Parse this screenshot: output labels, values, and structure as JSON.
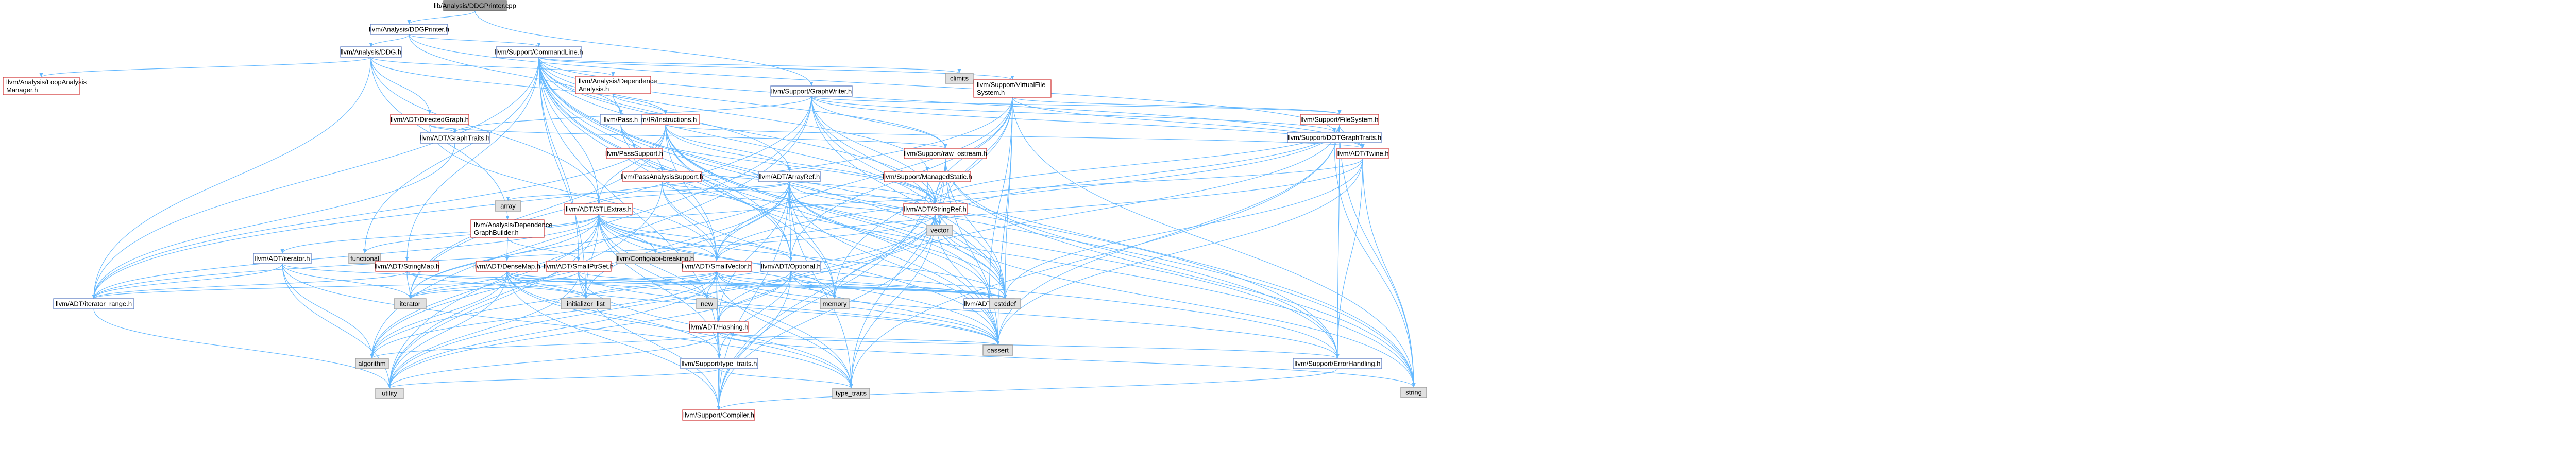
{
  "diagram": {
    "nodes": [
      {
        "id": "root",
        "label": "lib/Analysis/DDGPrinter.cpp",
        "style": "root"
      },
      {
        "id": "ddgprinter",
        "label": "llvm/Analysis/DDGPrinter.h",
        "style": "blue"
      },
      {
        "id": "ddg",
        "label": "llvm/Analysis/DDG.h",
        "style": "blue"
      },
      {
        "id": "cmdline",
        "label": "llvm/Support/CommandLine.h",
        "style": "blue"
      },
      {
        "id": "graphwriter",
        "label": "llvm/Support/GraphWriter.h",
        "style": "blue"
      },
      {
        "id": "loopmgr",
        "label": "llvm/Analysis/LoopAnalysis\nManager.h",
        "style": "red"
      },
      {
        "id": "depanal",
        "label": "llvm/Analysis/Dependence\nAnalysis.h",
        "style": "red"
      },
      {
        "id": "directedgraph",
        "label": "llvm/ADT/DirectedGraph.h",
        "style": "red"
      },
      {
        "id": "instructions",
        "label": "llvm/IR/Instructions.h",
        "style": "red"
      },
      {
        "id": "vfs",
        "label": "llvm/Support/VirtualFile\nSystem.h",
        "style": "red"
      },
      {
        "id": "climits",
        "label": "climits",
        "style": "gray"
      },
      {
        "id": "filesystem",
        "label": "llvm/Support/FileSystem.h",
        "style": "red"
      },
      {
        "id": "dotgraphtraits",
        "label": "llvm/Support/DOTGraphTraits.h",
        "style": "blue"
      },
      {
        "id": "pass",
        "label": "llvm/Pass.h",
        "style": "blue"
      },
      {
        "id": "graphtraits",
        "label": "llvm/ADT/GraphTraits.h",
        "style": "blue"
      },
      {
        "id": "passsupport",
        "label": "llvm/PassSupport.h",
        "style": "red"
      },
      {
        "id": "passanalysis",
        "label": "llvm/PassAnalysisSupport.h",
        "style": "red"
      },
      {
        "id": "arrayref",
        "label": "llvm/ADT/ArrayRef.h",
        "style": "blue"
      },
      {
        "id": "rawostream",
        "label": "llvm/Support/raw_ostream.h",
        "style": "red"
      },
      {
        "id": "twine",
        "label": "llvm/ADT/Twine.h",
        "style": "red"
      },
      {
        "id": "managedstatic",
        "label": "llvm/Support/ManagedStatic.h",
        "style": "red"
      },
      {
        "id": "stringref",
        "label": "llvm/ADT/StringRef.h",
        "style": "red"
      },
      {
        "id": "array",
        "label": "array",
        "style": "gray"
      },
      {
        "id": "depgraph",
        "label": "llvm/Analysis/Dependence\nGraphBuilder.h",
        "style": "red"
      },
      {
        "id": "stlextras",
        "label": "llvm/ADT/STLExtras.h",
        "style": "red"
      },
      {
        "id": "vector",
        "label": "vector",
        "style": "gray"
      },
      {
        "id": "iteratorh",
        "label": "llvm/ADT/iterator.h",
        "style": "blue"
      },
      {
        "id": "functional",
        "label": "functional",
        "style": "gray"
      },
      {
        "id": "stringmap",
        "label": "llvm/ADT/StringMap.h",
        "style": "red"
      },
      {
        "id": "densemap",
        "label": "llvm/ADT/DenseMap.h",
        "style": "red"
      },
      {
        "id": "smallptrset",
        "label": "llvm/ADT/SmallPtrSet.h",
        "style": "red"
      },
      {
        "id": "configabi",
        "label": "llvm/Config/abi-breaking.h",
        "style": "gray"
      },
      {
        "id": "smallvector",
        "label": "llvm/ADT/SmallVector.h",
        "style": "red"
      },
      {
        "id": "optional",
        "label": "llvm/ADT/Optional.h",
        "style": "blue"
      },
      {
        "id": "iterrange",
        "label": "llvm/ADT/iterator_range.h",
        "style": "blue"
      },
      {
        "id": "iterator",
        "label": "iterator",
        "style": "gray"
      },
      {
        "id": "initlist",
        "label": "initializer_list",
        "style": "gray"
      },
      {
        "id": "new",
        "label": "new",
        "style": "gray"
      },
      {
        "id": "hashing",
        "label": "llvm/ADT/Hashing.h",
        "style": "red"
      },
      {
        "id": "memory",
        "label": "memory",
        "style": "gray"
      },
      {
        "id": "nonenh",
        "label": "llvm/ADT/None.h",
        "style": "blue"
      },
      {
        "id": "cstddef",
        "label": "cstddef",
        "style": "gray"
      },
      {
        "id": "cassert",
        "label": "cassert",
        "style": "gray"
      },
      {
        "id": "algorithm",
        "label": "algorithm",
        "style": "gray"
      },
      {
        "id": "typetraits",
        "label": "llvm/Support/type_traits.h",
        "style": "blue"
      },
      {
        "id": "errorhandling",
        "label": "llvm/Support/ErrorHandling.h",
        "style": "blue"
      },
      {
        "id": "utility",
        "label": "utility",
        "style": "gray"
      },
      {
        "id": "compiler",
        "label": "llvm/Support/Compiler.h",
        "style": "red"
      },
      {
        "id": "type_traits",
        "label": "type_traits",
        "style": "gray"
      },
      {
        "id": "string",
        "label": "string",
        "style": "gray"
      }
    ],
    "edges": [
      [
        "root",
        "ddgprinter"
      ],
      [
        "root",
        "graphwriter"
      ],
      [
        "ddgprinter",
        "ddg"
      ],
      [
        "ddgprinter",
        "pass"
      ],
      [
        "ddgprinter",
        "cmdline"
      ],
      [
        "ddgprinter",
        "dotgraphtraits"
      ],
      [
        "ddg",
        "loopmgr"
      ],
      [
        "ddg",
        "depanal"
      ],
      [
        "ddg",
        "directedgraph"
      ],
      [
        "ddg",
        "instructions"
      ],
      [
        "ddg",
        "depgraph"
      ],
      [
        "ddg",
        "stlextras"
      ],
      [
        "ddg",
        "iterrange"
      ],
      [
        "depanal",
        "smallbitvector_placeholder"
      ],
      [
        "depanal",
        "instructions"
      ],
      [
        "depanal",
        "pass"
      ],
      [
        "directedgraph",
        "graphtraits"
      ],
      [
        "directedgraph",
        "smallvector"
      ],
      [
        "directedgraph",
        "rawostream"
      ],
      [
        "instructions",
        "arrayref"
      ],
      [
        "instructions",
        "stringref"
      ],
      [
        "instructions",
        "twine"
      ],
      [
        "instructions",
        "stlextras"
      ],
      [
        "instructions",
        "smallvector"
      ],
      [
        "instructions",
        "optional"
      ],
      [
        "instructions",
        "iterrange"
      ],
      [
        "instructions",
        "nonenh"
      ],
      [
        "instructions",
        "cstddef"
      ],
      [
        "instructions",
        "cassert"
      ],
      [
        "instructions",
        "iterator"
      ],
      [
        "instructions",
        "errorhandling"
      ],
      [
        "cmdline",
        "vfs"
      ],
      [
        "cmdline",
        "climits"
      ],
      [
        "cmdline",
        "managedstatic"
      ],
      [
        "cmdline",
        "stringref"
      ],
      [
        "cmdline",
        "twine"
      ],
      [
        "cmdline",
        "arrayref"
      ],
      [
        "cmdline",
        "stlextras"
      ],
      [
        "cmdline",
        "stringmap"
      ],
      [
        "cmdline",
        "smallptrset"
      ],
      [
        "cmdline",
        "smallvector"
      ],
      [
        "cmdline",
        "optional"
      ],
      [
        "cmdline",
        "iterrange"
      ],
      [
        "cmdline",
        "functional"
      ],
      [
        "cmdline",
        "initlist"
      ],
      [
        "cmdline",
        "memory"
      ],
      [
        "cmdline",
        "cstddef"
      ],
      [
        "cmdline",
        "cassert"
      ],
      [
        "cmdline",
        "errorhandling"
      ],
      [
        "cmdline",
        "rawostream"
      ],
      [
        "cmdline",
        "vector"
      ],
      [
        "cmdline",
        "string"
      ],
      [
        "cmdline",
        "typetraits"
      ],
      [
        "vfs",
        "filesystem"
      ],
      [
        "vfs",
        "twine"
      ],
      [
        "vfs",
        "stringref"
      ],
      [
        "vfs",
        "smallvector"
      ],
      [
        "vfs",
        "optional"
      ],
      [
        "vfs",
        "nonenh"
      ],
      [
        "vfs",
        "iterrange"
      ],
      [
        "vfs",
        "memory"
      ],
      [
        "vfs",
        "cassert"
      ],
      [
        "vfs",
        "cstddef"
      ],
      [
        "vfs",
        "vector"
      ],
      [
        "vfs",
        "string"
      ],
      [
        "graphwriter",
        "dotgraphtraits"
      ],
      [
        "graphwriter",
        "graphtraits"
      ],
      [
        "graphwriter",
        "filesystem"
      ],
      [
        "graphwriter",
        "rawostream"
      ],
      [
        "graphwriter",
        "stringref"
      ],
      [
        "graphwriter",
        "twine"
      ],
      [
        "graphwriter",
        "iterator"
      ],
      [
        "graphwriter",
        "cstddef"
      ],
      [
        "graphwriter",
        "algorithm"
      ],
      [
        "graphwriter",
        "string"
      ],
      [
        "graphwriter",
        "vector"
      ],
      [
        "graphwriter",
        "utility"
      ],
      [
        "filesystem",
        "twine"
      ],
      [
        "filesystem",
        "stringref"
      ],
      [
        "filesystem",
        "smallvector"
      ],
      [
        "filesystem",
        "errorhandling"
      ],
      [
        "filesystem",
        "cassert"
      ],
      [
        "filesystem",
        "memory"
      ],
      [
        "filesystem",
        "string"
      ],
      [
        "filesystem",
        "type_traits"
      ],
      [
        "filesystem",
        "vector"
      ],
      [
        "dotgraphtraits",
        "string"
      ],
      [
        "pass",
        "passsupport"
      ],
      [
        "pass",
        "passanalysis"
      ],
      [
        "pass",
        "stringref"
      ],
      [
        "pass",
        "string"
      ],
      [
        "passsupport",
        "stringref"
      ],
      [
        "passanalysis",
        "stringref"
      ],
      [
        "passanalysis",
        "smallvector"
      ],
      [
        "passanalysis",
        "cassert"
      ],
      [
        "passanalysis",
        "utility"
      ],
      [
        "passanalysis",
        "vector"
      ],
      [
        "graphtraits",
        "iterrange"
      ],
      [
        "arrayref",
        "hashing"
      ],
      [
        "arrayref",
        "none_placeholder"
      ],
      [
        "arrayref",
        "smallvector"
      ],
      [
        "arrayref",
        "stlextras"
      ],
      [
        "arrayref",
        "compiler"
      ],
      [
        "arrayref",
        "algorithm"
      ],
      [
        "arrayref",
        "array"
      ],
      [
        "arrayref",
        "cassert"
      ],
      [
        "arrayref",
        "cstddef"
      ],
      [
        "arrayref",
        "initlist"
      ],
      [
        "arrayref",
        "iterator"
      ],
      [
        "arrayref",
        "memory"
      ],
      [
        "arrayref",
        "type_traits"
      ],
      [
        "arrayref",
        "vector"
      ],
      [
        "arrayref",
        "optional"
      ],
      [
        "arrayref",
        "nonenh"
      ],
      [
        "rawostream",
        "stringref"
      ],
      [
        "rawostream",
        "compiler"
      ],
      [
        "rawostream",
        "cassert"
      ],
      [
        "rawostream",
        "cstddef"
      ],
      [
        "rawostream",
        "string"
      ],
      [
        "rawostream",
        "type_traits"
      ],
      [
        "rawostream",
        "errorhandling"
      ],
      [
        "twine",
        "smallvector"
      ],
      [
        "twine",
        "stringref"
      ],
      [
        "twine",
        "errorhandling"
      ],
      [
        "twine",
        "cassert"
      ],
      [
        "twine",
        "cstddef"
      ],
      [
        "twine",
        "string"
      ],
      [
        "managedstatic",
        "compiler"
      ],
      [
        "managedstatic",
        "cstddef"
      ],
      [
        "stringref",
        "stlextras"
      ],
      [
        "stringref",
        "iterrange"
      ],
      [
        "stringref",
        "compiler"
      ],
      [
        "stringref",
        "algorithm"
      ],
      [
        "stringref",
        "cassert"
      ],
      [
        "stringref",
        "cstddef"
      ],
      [
        "stringref",
        "string"
      ],
      [
        "stringref",
        "type_traits"
      ],
      [
        "stringref",
        "utility"
      ],
      [
        "stringref",
        "hashing"
      ],
      [
        "depgraph",
        "densemap"
      ],
      [
        "depgraph",
        "equiv_placeholder"
      ],
      [
        "depgraph",
        "smallptrset"
      ],
      [
        "stlextras",
        "iteratorh"
      ],
      [
        "stlextras",
        "iterrange"
      ],
      [
        "stlextras",
        "configabi"
      ],
      [
        "stlextras",
        "errorhandling"
      ],
      [
        "stlextras",
        "functional"
      ],
      [
        "stlextras",
        "algorithm"
      ],
      [
        "stlextras",
        "cassert"
      ],
      [
        "stlextras",
        "cstddef"
      ],
      [
        "stlextras",
        "initlist"
      ],
      [
        "stlextras",
        "iterator"
      ],
      [
        "stlextras",
        "memory"
      ],
      [
        "stlextras",
        "type_traits"
      ],
      [
        "stlextras",
        "utility"
      ],
      [
        "stlextras",
        "optional"
      ],
      [
        "stlextras",
        "hashing"
      ],
      [
        "stlextras",
        "typetraits"
      ],
      [
        "stlextras",
        "smallvector"
      ],
      [
        "iteratorh",
        "iterrange"
      ],
      [
        "iteratorh",
        "algorithm"
      ],
      [
        "iteratorh",
        "cstddef"
      ],
      [
        "iteratorh",
        "iterator"
      ],
      [
        "iteratorh",
        "type_traits"
      ],
      [
        "iteratorh",
        "utility"
      ],
      [
        "stringmap",
        "iterator"
      ],
      [
        "stringmap",
        "iterrange"
      ],
      [
        "stringmap",
        "initlist"
      ],
      [
        "stringmap",
        "cstddef"
      ],
      [
        "densemap",
        "iterator"
      ],
      [
        "densemap",
        "algorithm"
      ],
      [
        "densemap",
        "cassert"
      ],
      [
        "densemap",
        "cstddef"
      ],
      [
        "densemap",
        "initlist"
      ],
      [
        "densemap",
        "new"
      ],
      [
        "densemap",
        "type_traits"
      ],
      [
        "densemap",
        "utility"
      ],
      [
        "densemap",
        "compiler"
      ],
      [
        "densemap",
        "typetraits"
      ],
      [
        "smallptrset",
        "iterator"
      ],
      [
        "smallptrset",
        "cassert"
      ],
      [
        "smallptrset",
        "cstddef"
      ],
      [
        "smallptrset",
        "initlist"
      ],
      [
        "smallptrset",
        "type_traits"
      ],
      [
        "smallptrset",
        "utility"
      ],
      [
        "smallptrset",
        "compiler"
      ],
      [
        "smallvector",
        "iterrange"
      ],
      [
        "smallvector",
        "compiler"
      ],
      [
        "smallvector",
        "typetraits"
      ],
      [
        "smallvector",
        "algorithm"
      ],
      [
        "smallvector",
        "cassert"
      ],
      [
        "smallvector",
        "cstddef"
      ],
      [
        "smallvector",
        "initlist"
      ],
      [
        "smallvector",
        "iterator"
      ],
      [
        "smallvector",
        "memory"
      ],
      [
        "smallvector",
        "new"
      ],
      [
        "smallvector",
        "type_traits"
      ],
      [
        "smallvector",
        "utility"
      ],
      [
        "smallvector",
        "errorhandling"
      ],
      [
        "optional",
        "hashing"
      ],
      [
        "optional",
        "nonenh"
      ],
      [
        "optional",
        "compiler"
      ],
      [
        "optional",
        "typetraits"
      ],
      [
        "optional",
        "cassert"
      ],
      [
        "optional",
        "memory"
      ],
      [
        "optional",
        "new"
      ],
      [
        "optional",
        "utility"
      ],
      [
        "iterrange",
        "utility"
      ],
      [
        "hashing",
        "errorhandling"
      ],
      [
        "hashing",
        "typetraits"
      ],
      [
        "hashing",
        "algorithm"
      ],
      [
        "hashing",
        "cassert"
      ],
      [
        "hashing",
        "string"
      ],
      [
        "hashing",
        "utility"
      ],
      [
        "typetraits",
        "compiler"
      ],
      [
        "typetraits",
        "type_traits"
      ],
      [
        "typetraits",
        "utility"
      ],
      [
        "errorhandling",
        "compiler"
      ]
    ]
  }
}
